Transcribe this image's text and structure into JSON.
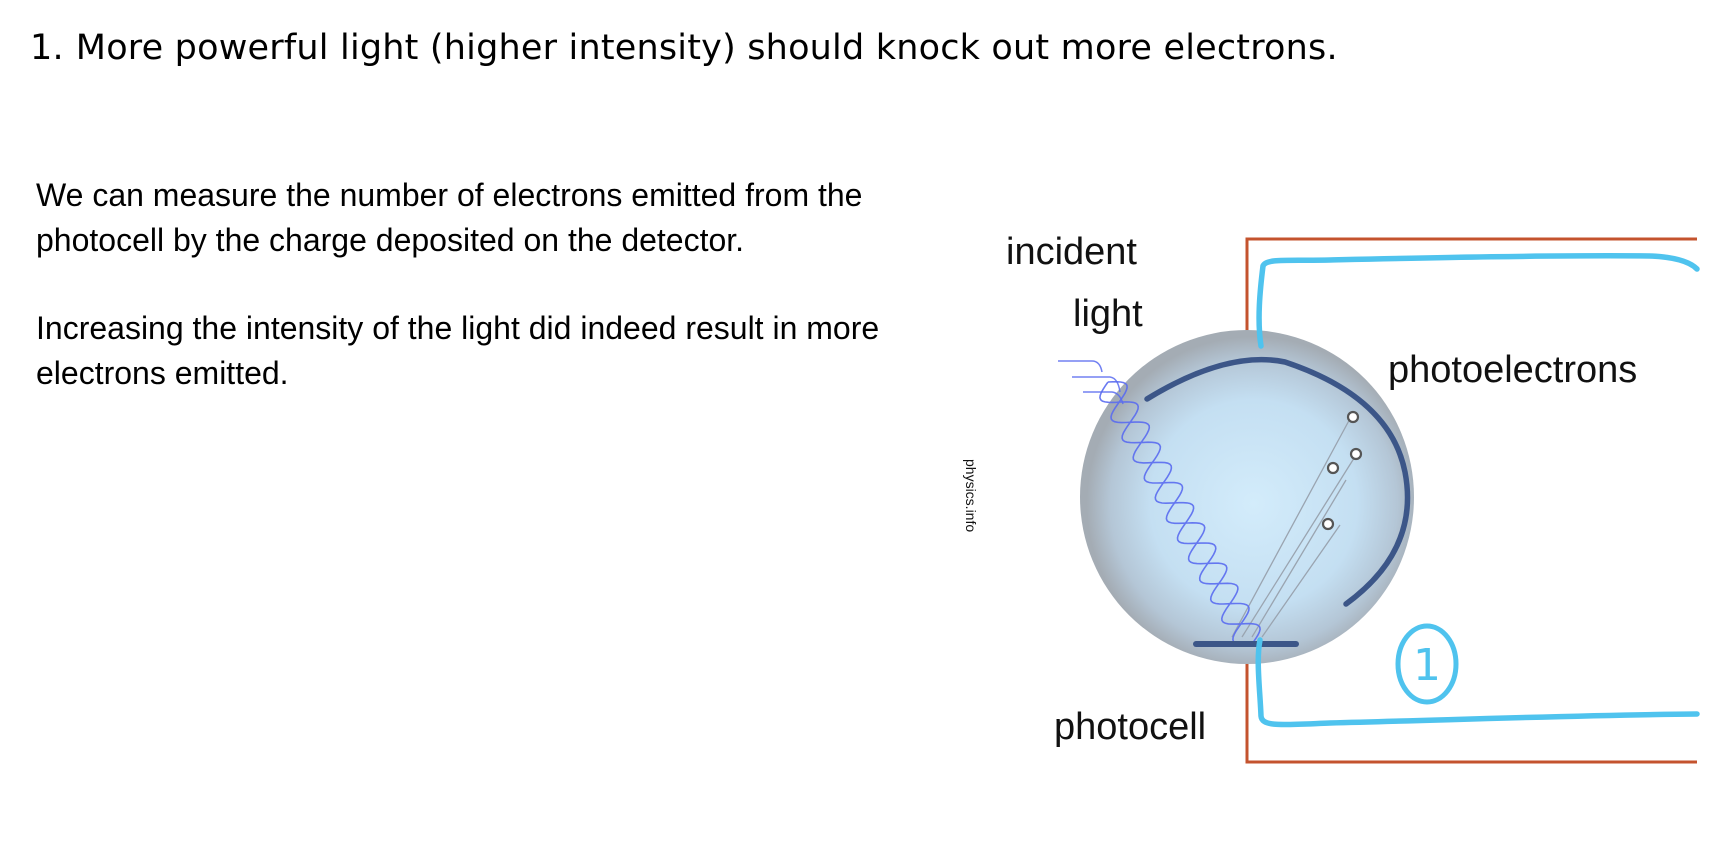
{
  "heading": {
    "number": "1.",
    "text": "More powerful light (higher intensity) should knock out more electrons."
  },
  "paragraphs": [
    "We can measure the number of electrons emitted from the photocell by the charge deposited on the detector.",
    "Increasing the intensity of the light did indeed result in more electrons emitted."
  ],
  "figure": {
    "labels": {
      "incident": "incident",
      "light": "light",
      "photoelectrons": "photoelectrons",
      "photocell": "photocell",
      "credit": "physics.info",
      "annotation": "1"
    },
    "colors": {
      "circuit_wire": "#c4532e",
      "ink_annotation": "#4fc3ee",
      "electrode": "#3c5688",
      "light_wave": "#5a6cf0",
      "bulb_inner": "#d3ecfb",
      "bulb_outer": "#a4acb4"
    }
  }
}
